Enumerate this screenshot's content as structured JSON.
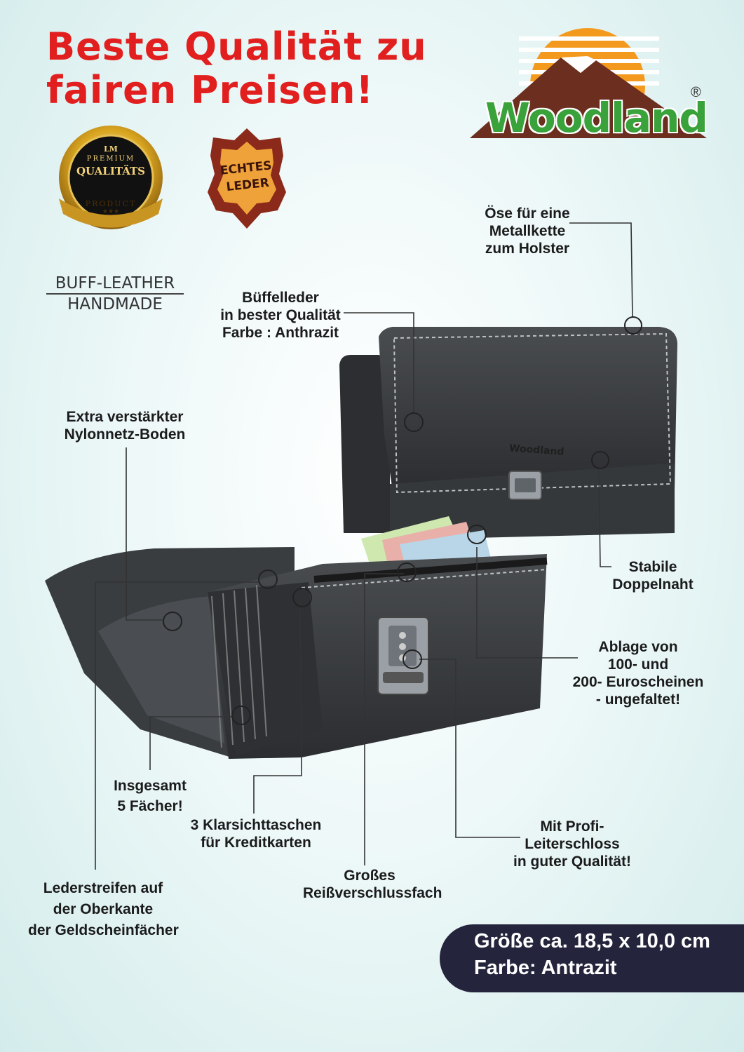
{
  "headline": {
    "line1": "Beste Qualität zu",
    "line2": "fairen Preisen!"
  },
  "brand": {
    "name": "Woodland",
    "registered": "®",
    "green": "#3aa23a",
    "brown": "#6b2e1f",
    "orange": "#f39a1e"
  },
  "badges": {
    "quality": {
      "logo": "LM",
      "line1": "PREMIUM",
      "line2": "QUALITÄTS",
      "line3": "PRODUCT",
      "stars": "★★★"
    },
    "leather": {
      "line1": "ECHTES",
      "line2": "LEDER"
    }
  },
  "tagline": {
    "line1": "BUFF-LEATHER",
    "line2": "HANDMADE"
  },
  "callouts": {
    "eyelet": [
      "Öse für eine",
      "Metallkette",
      "zum Holster"
    ],
    "leather": [
      "Büffelleder",
      "in bester Qualität",
      "Farbe : Anthrazit"
    ],
    "bottom": [
      "Extra verstärkter",
      "Nylonnetz-Boden"
    ],
    "seam": [
      "Stabile",
      "Doppelnaht"
    ],
    "notes": [
      "Ablage von",
      "100- und",
      "200- Euroscheinen",
      "- ungefaltet!"
    ],
    "compartments": [
      "Insgesamt",
      "5 Fächer!"
    ],
    "cards": [
      "3 Klarsichttaschen",
      "für Kreditkarten"
    ],
    "lock": [
      "Mit Profi-",
      "Leiterschloss",
      "in guter Qualität!"
    ],
    "zip": [
      "Großes",
      "Reißverschlussfach"
    ],
    "strip": [
      "Lederstreifen auf",
      "der Oberkante",
      "der Geldscheinfächer"
    ]
  },
  "product_logo": "Woodland",
  "footer": {
    "size": "Größe ca. 18,5 x 10,0 cm",
    "color": "Farbe: Antrazit"
  },
  "colors": {
    "headline": "#e21f1f",
    "footer_bg": "#24243c",
    "wallet": "#3a3d40"
  }
}
